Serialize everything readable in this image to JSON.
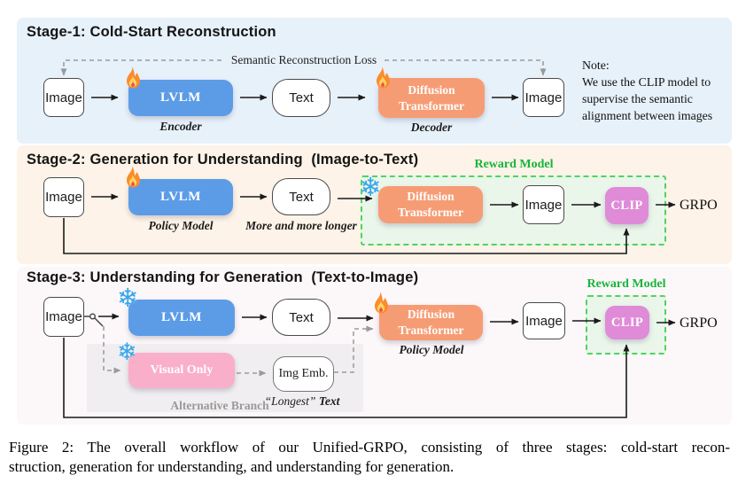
{
  "stage1": {
    "title": "Stage-1: Cold-Start Reconstruction",
    "loss_label": "Semantic Reconstruction Loss",
    "image_in": "Image",
    "lvlm": "LVLM",
    "encoder": "Encoder",
    "text": "Text",
    "dt_line1": "Diffusion",
    "dt_line2": "Transformer",
    "decoder": "Decoder",
    "image_out": "Image",
    "note_title": "Note:",
    "note_lines": [
      "We use the CLIP model to",
      "supervise the semantic",
      "alignment between images"
    ]
  },
  "stage2": {
    "title": "Stage-2: Generation for Understanding  (Image-to-Text)",
    "image_in": "Image",
    "lvlm": "LVLM",
    "policy_model": "Policy Model",
    "text": "Text",
    "more_longer": "More and more longer",
    "reward_model": "Reward Model",
    "dt_line1": "Diffusion",
    "dt_line2": "Transformer",
    "image_gen": "Image",
    "clip": "CLIP",
    "grpo": "GRPO"
  },
  "stage3": {
    "title": "Stage-3: Understanding for Generation  (Text-to-Image)",
    "image_in": "Image",
    "lvlm": "LVLM",
    "text": "Text",
    "dt_line1": "Diffusion",
    "dt_line2": "Transformer",
    "policy_model": "Policy Model",
    "image_gen": "Image",
    "reward_model": "Reward Model",
    "clip": "CLIP",
    "grpo": "GRPO",
    "visual_only": "Visual Only",
    "img_emb": "Img Emb.",
    "longest_quoted": "“Longest”",
    "longest_text": " Text",
    "alt_branch": "Alternative Branch"
  },
  "caption": {
    "line1": "Figure 2: The overall workflow of our Unified-GRPO, consisting of three stages: cold-start recon-",
    "line2": "struction, generation for understanding, and understanding for generation."
  },
  "icons": {
    "snowflake": "❄"
  },
  "colors": {
    "stage1_bg": "#e7f1fa",
    "stage2_bg": "#fdf3e8",
    "stage3_bg": "#fcf7f9",
    "lvlm_blue": "#5c9ce7",
    "diffusion_orange": "#f69c74",
    "clip_magenta": "#df8bd7",
    "visual_only_pink": "#f9afc9",
    "reward_green_border": "#4ed45e",
    "reward_green_text": "#17b53a",
    "reward_fill": "#ebf6eb",
    "alt_gray": "#f0eef0"
  }
}
